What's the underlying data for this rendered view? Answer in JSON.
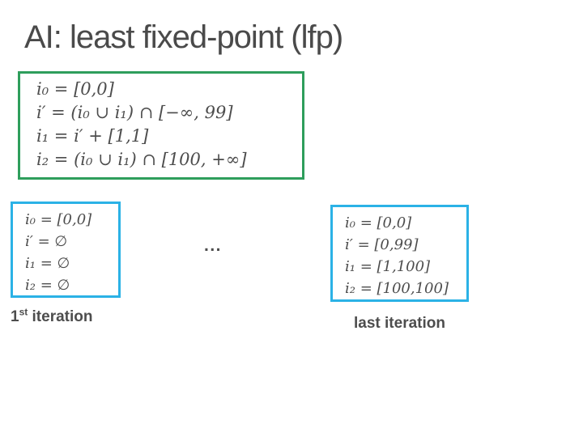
{
  "title": "AI: least fixed-point (lfp)",
  "colors": {
    "background": "#ffffff",
    "title_text": "#4a4a4a",
    "math_text": "#4d4d4d",
    "program_box_border_green": "#2e9e5c",
    "iteration_box_border_cyan": "#2bb2e6"
  },
  "program_box": {
    "lines": [
      "i₀ = [0,0]",
      "i′ = (i₀ ∪ i₁) ∩ [−∞, 99]",
      "i₁ = i′ + [1,1]",
      "i₂ = (i₀ ∪ i₁) ∩ [100, +∞]"
    ]
  },
  "iterations": {
    "first": {
      "lines": [
        "i₀ = [0,0]",
        "i′ = ∅",
        "i₁ = ∅",
        "i₂ = ∅"
      ],
      "caption": {
        "num": "1",
        "ordinal": "st",
        "rest": " iteration"
      }
    },
    "ellipsis": "...",
    "last": {
      "lines": [
        "i₀ = [0,0]",
        "i′ = [0,99]",
        "i₁ = [1,100]",
        "i₂ = [100,100]"
      ],
      "caption": "last iteration"
    }
  }
}
